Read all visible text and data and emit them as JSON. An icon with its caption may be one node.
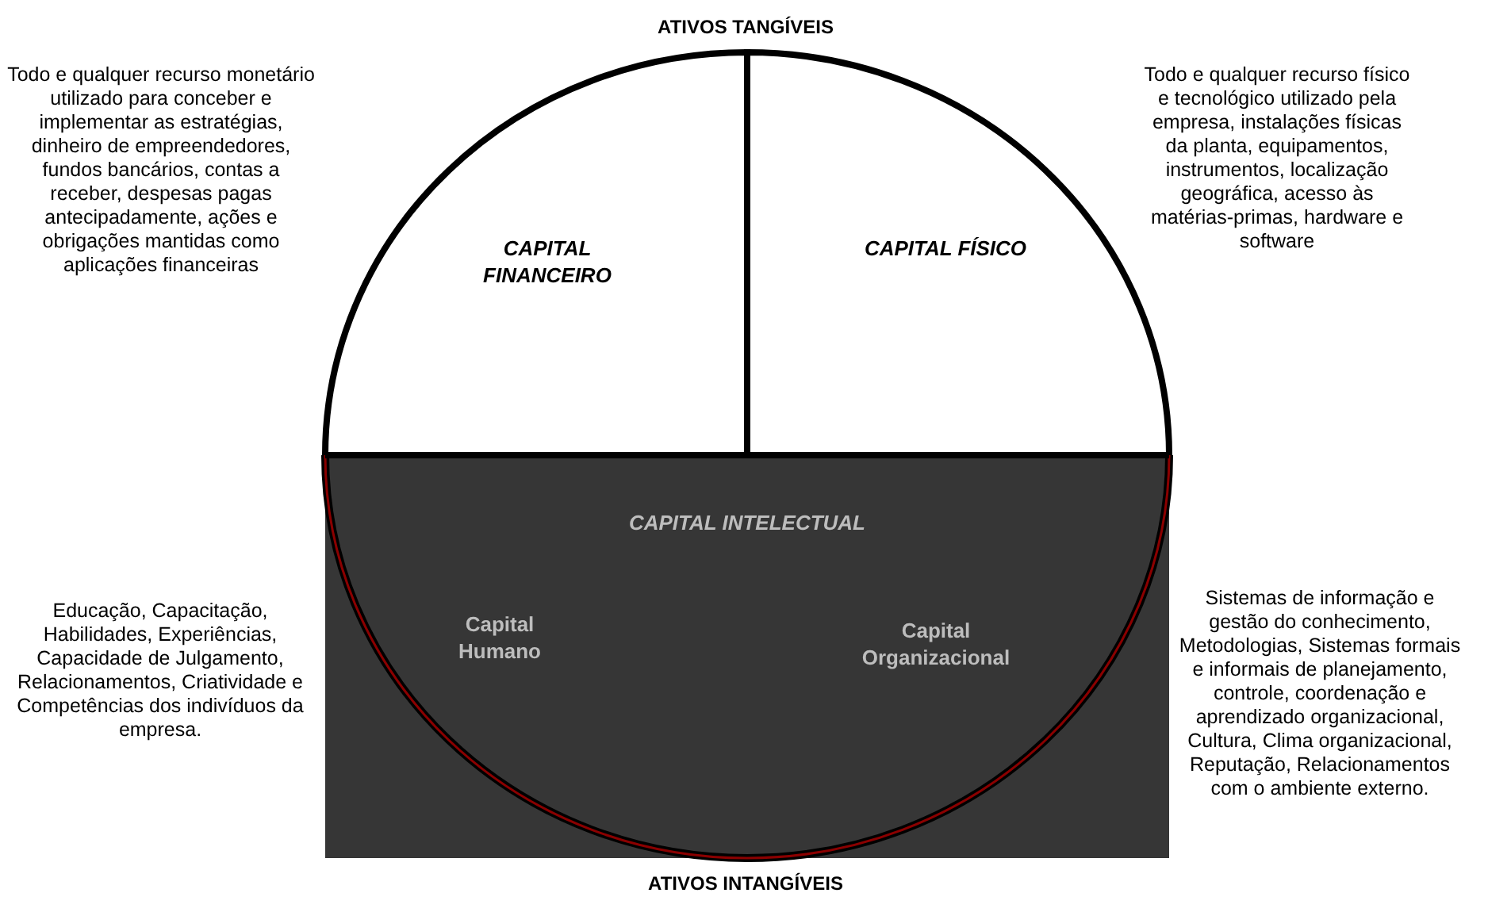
{
  "diagram": {
    "nodes": [
      {
        "text": [
          "CAPITAL FINANCEIRO"
        ]
      },
      {
        "text": [
          "CAPITAL FÍSICO"
        ]
      },
      {
        "text": [
          "CAPITAL INTELECTUAL",
          "Capital Humano",
          "Capital Organizacional"
        ]
      }
    ],
    "edges": [],
    "labels": [
      "ATIVOS TANGÍVEIS",
      "Todo e qualquer recurso monetário utilizado para conceber e implementar as estratégias, dinheiro de empreendedores, fundos bancários, contas a receber, despesas pagas antecipadamente, ações e obrigações mantidas como aplicações financeiras",
      "Todo e qualquer recurso físico e tecnológico utilizado pela empresa, instalações físicas da planta, equipamentos, instrumentos, localização geográfica, acesso às matérias-primas, hardware e software",
      "Educação, Capacitação, Habilidades, Experiências, Capacidade de Julgamento, Relacionamentos, Criatividade e Competências dos indivíduos da empresa.",
      "Sistemas de informação e gestão do conhecimento, Metodologias, Sistemas formais e informais de planejamento, controle, coordenação e aprendizado organizacional, Cultura, Clima organizacional, Reputação, Relacionamentos com o ambiente externo.",
      "ATIVOS INTANGÍVEIS"
    ]
  }
}
